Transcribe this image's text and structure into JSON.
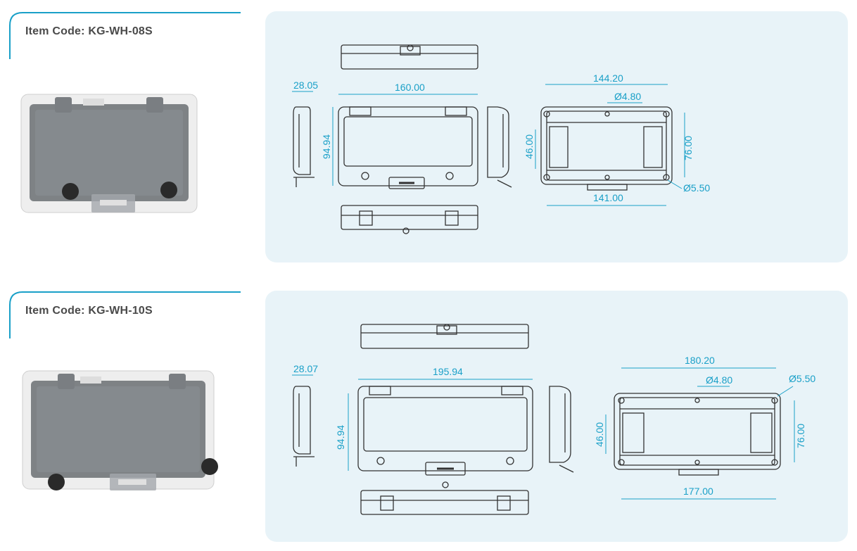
{
  "items": [
    {
      "code_label": "Item Code: KG-WH-08S",
      "dims": {
        "depth": "28.05",
        "front_width": "160.00",
        "height": "94.94",
        "mount_width": "144.20",
        "hole_small": "Ø4.80",
        "inner_height": "46.00",
        "outer_height": "76.00",
        "base_width": "141.00",
        "hole_large": "Ø5.50"
      }
    },
    {
      "code_label": "Item Code: KG-WH-10S",
      "dims": {
        "depth": "28.07",
        "front_width": "195.94",
        "height": "94.94",
        "mount_width": "180.20",
        "hole_small": "Ø4.80",
        "inner_height": "46.00",
        "outer_height": "76.00",
        "base_width": "177.00",
        "hole_large": "Ø5.50"
      }
    }
  ],
  "colors": {
    "accent": "#1aa0c8",
    "panel_bg": "#e8f3f8",
    "line": "#333333"
  }
}
